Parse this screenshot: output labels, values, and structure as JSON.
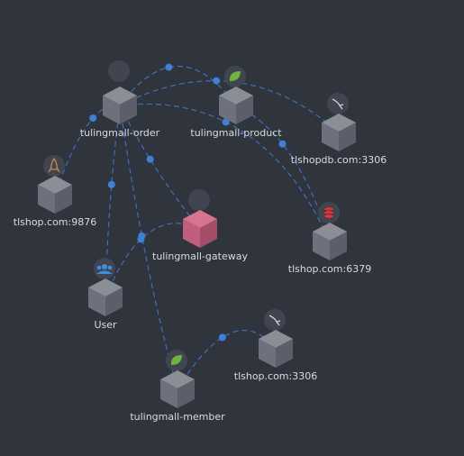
{
  "colors": {
    "background": "#30343c",
    "edge": "#3e78c8",
    "dot": "#3f7fd6",
    "cube_default": "#7b7e88",
    "cube_gateway": "#c05f7d",
    "icon_bg": "#41454f",
    "label": "#d7dbe2"
  },
  "nodes": [
    {
      "id": "order",
      "label": "tulingmall-order",
      "icon": "none-circle-icon",
      "cube": "default"
    },
    {
      "id": "product",
      "label": "tulingmall-product",
      "icon": "spring-leaf-icon",
      "cube": "default"
    },
    {
      "id": "tlshopdb",
      "label": "tlshopdb.com:3306",
      "icon": "mysql-dolphin-icon",
      "cube": "default"
    },
    {
      "id": "es",
      "label": "tlshop.com:9876",
      "icon": "rocket-icon",
      "cube": "default"
    },
    {
      "id": "gateway",
      "label": "tulingmall-gateway",
      "icon": "none-circle-icon",
      "cube": "gateway"
    },
    {
      "id": "redis",
      "label": "tlshop.com:6379",
      "icon": "redis-icon",
      "cube": "default"
    },
    {
      "id": "user",
      "label": "User",
      "icon": "users-icon",
      "cube": "default"
    },
    {
      "id": "mysql2",
      "label": "tlshop.com:3306",
      "icon": "mysql-dolphin-icon",
      "cube": "default"
    },
    {
      "id": "member",
      "label": "tulingmall-member",
      "icon": "spring-leaf-icon",
      "cube": "default"
    }
  ],
  "edges": [
    {
      "from": "order",
      "to": "es"
    },
    {
      "from": "order",
      "to": "product"
    },
    {
      "from": "order",
      "to": "tlshopdb"
    },
    {
      "from": "order",
      "to": "redis"
    },
    {
      "from": "order",
      "to": "gateway"
    },
    {
      "from": "order",
      "to": "member"
    },
    {
      "from": "order",
      "to": "user"
    },
    {
      "from": "product",
      "to": "redis"
    },
    {
      "from": "user",
      "to": "gateway"
    },
    {
      "from": "member",
      "to": "mysql2"
    }
  ]
}
